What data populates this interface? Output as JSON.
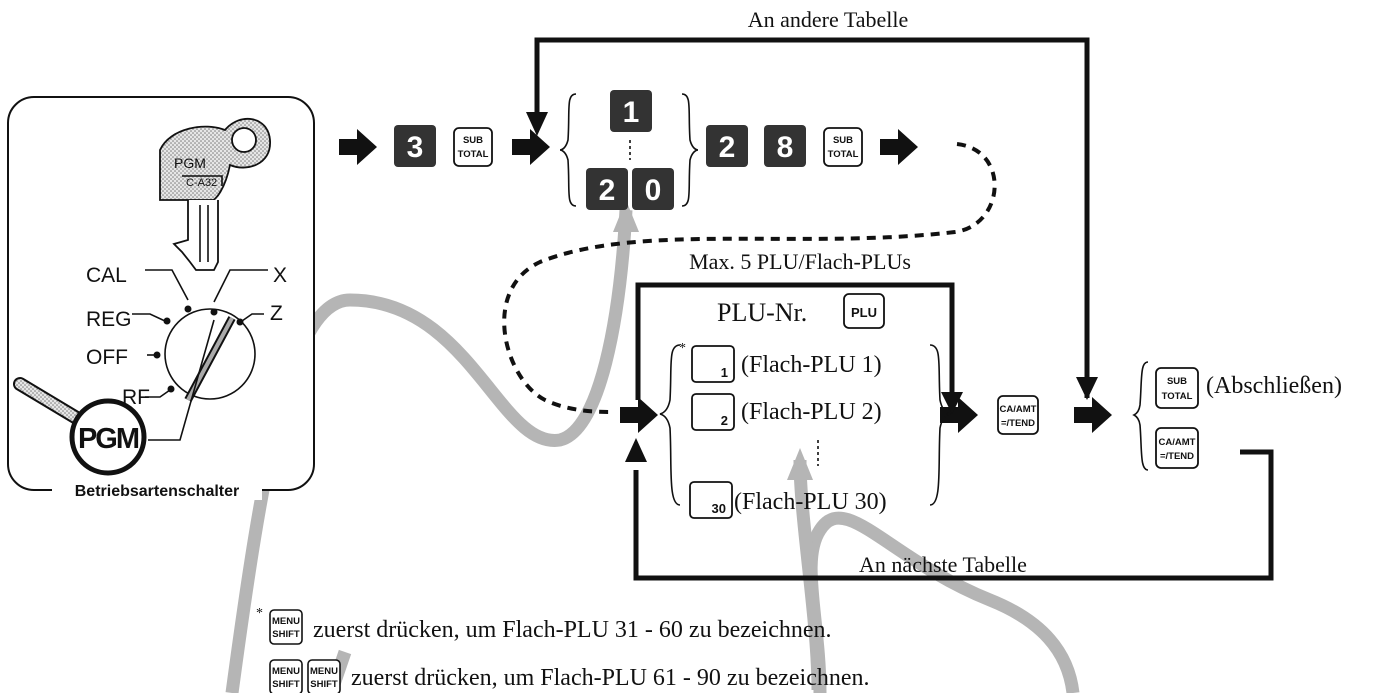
{
  "labels": {
    "other_table": "An andere Tabelle",
    "next_table": "An nächste Tabelle",
    "max_plu": "Max. 5 PLU/Flach-PLUs",
    "plu_no": "PLU-Nr.",
    "flat_plu_1": "(Flach-PLU 1)",
    "flat_plu_2": "(Flach-PLU 2)",
    "flat_plu_30": "(Flach-PLU 30)",
    "finish": "(Abschließen)",
    "asterisk": "*"
  },
  "mode_switch": {
    "title": "Betriebsartenschalter",
    "positions": [
      "CAL",
      "REG",
      "OFF",
      "RF",
      "X",
      "Z"
    ],
    "key_text": "PGM",
    "key_model": "C-A32",
    "pgm_badge": "PGM"
  },
  "keys": {
    "three": "3",
    "one": "1",
    "two": "2",
    "zero": "0",
    "eight": "8",
    "subtotal_top": "SUB",
    "subtotal_bottom": "TOTAL",
    "plu": "PLU",
    "flat_1": "1",
    "flat_2": "2",
    "flat_30": "30",
    "ca_top": "CA/AMT",
    "ca_bottom": "=/TEND",
    "menu_top": "MENU",
    "menu_bottom": "SHIFT"
  },
  "notes": {
    "note1": "zuerst drücken, um Flach-PLU 31 - 60 zu bezeichnen.",
    "note2": "zuerst drücken, um Flach-PLU 61 - 90 zu bezeichnen."
  }
}
